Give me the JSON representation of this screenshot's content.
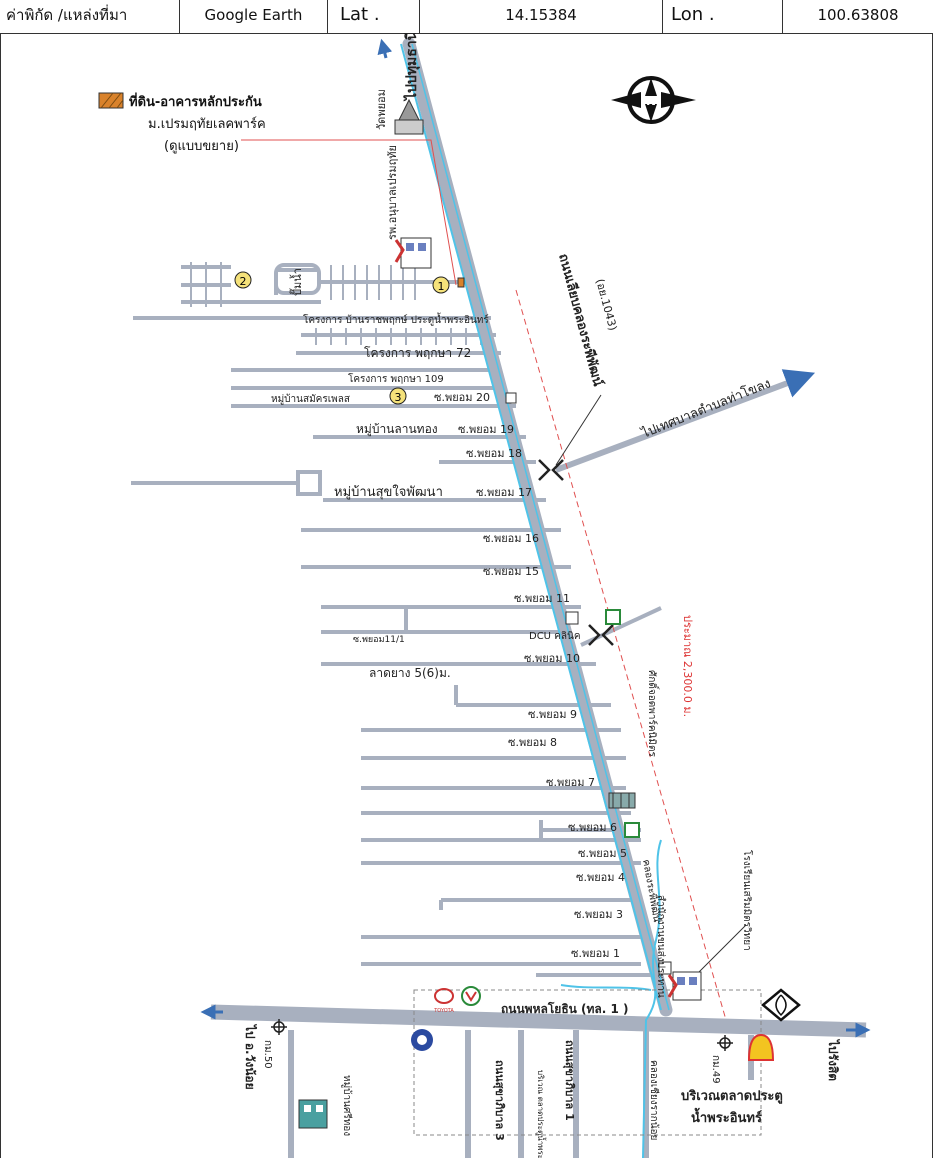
{
  "header": {
    "coord_label": "ค่าพิกัด /แหล่งที่มา",
    "source": "Google Earth",
    "lat_label": "Lat .",
    "lat_value": "14.15384",
    "lon_label": "Lon .",
    "lon_value": "100.63808"
  },
  "legend": {
    "line1": "ที่ดิน-อาคารหลักประกัน",
    "line2": "ม.เปรมฤทัยเลคพาร์ค",
    "line3": "(ดูแบบขยาย)",
    "swatch_color": "#d9822b"
  },
  "labels": {
    "to_pathum": "ไปปทุมธานี",
    "wat_phayom": "วัดพยอม",
    "hospital": "รพ.อนุบาลเปรมฤทัย",
    "pump": "ปั๊มน้ำ",
    "proj_ratchaphruk": "โครงการ บ้านราชพฤกษ์ ประตูน้ำพระอินทร์",
    "proj_72": "โครงการ พฤกษา 72",
    "proj_109": "โครงการ พฤกษา 109",
    "mb_samakkhi": "หมู่บ้านสมัครเพลส",
    "soi20": "ซ.พยอม 20",
    "mb_lanthong": "หมู่บ้านลานทอง",
    "soi19": "ซ.พยอม 19",
    "soi18": "ซ.พยอม 18",
    "mb_sukjai": "หมู่บ้านสุขใจพัฒนา",
    "soi17": "ซ.พยอม 17",
    "soi16": "ซ.พยอม 16",
    "soi15": "ซ.พยอม 15",
    "soi11": "ซ.พยอม 11",
    "soi11_1": "ซ.พยอม11/1",
    "dcu": "DCU คลินิค",
    "soi10": "ซ.พยอม 10",
    "latyang": "ลาดยาง 5(6)ม.",
    "soi9": "ซ.พยอม 9",
    "soi8": "ซ.พยอม 8",
    "soi7": "ซ.พยอม 7",
    "soi6": "ซ.พยอม 6",
    "soi5": "ซ.พยอม 5",
    "soi4": "ซ.พยอม 4",
    "soi3": "ซ.พยอม 3",
    "soi1": "ซ.พยอม 1",
    "road_main": "ถนนเลียบคลองระพีพัฒน์",
    "road_code": "(อย.1043)",
    "to_tambon": "ไปเทศบาลตำบลท่าโขลง",
    "distance": "ประมาณ 2,300.0 ม.",
    "park": "ศักดิ์จอดพาร์คนิมิตร",
    "canal": "คลองระพีพัฒน์",
    "district_office": "สำนักงานขนส่งประทาน",
    "school": "โรงเรียนเสริมมิตรวิทยา",
    "phahon": "ถนนพหลโยธิน (ทล. 1 )",
    "to_wangnoi": "ไป อ.วังน้อย",
    "to_rangsit": "ไปรังสิต",
    "km50": "กม.50",
    "km49": "กม.49",
    "mb_srithong": "หมู่บ้านศรีทอง",
    "sukha3": "ถนนสุขาภิบาล 3",
    "sukha1": "ถนนสุขาภิบาล 1",
    "market_area": "บริเวณ ตลาดประตูน้ำพระอินทร์",
    "market1": "บริเวณตลาดประตู",
    "market2": "น้ำพระอินทร์",
    "canal_khlong": "คลองเชียงรากน้อย",
    "toyota": "TOYOTA",
    "num1": "1",
    "num2": "2",
    "num3": "3",
    "compass_n": "N"
  }
}
